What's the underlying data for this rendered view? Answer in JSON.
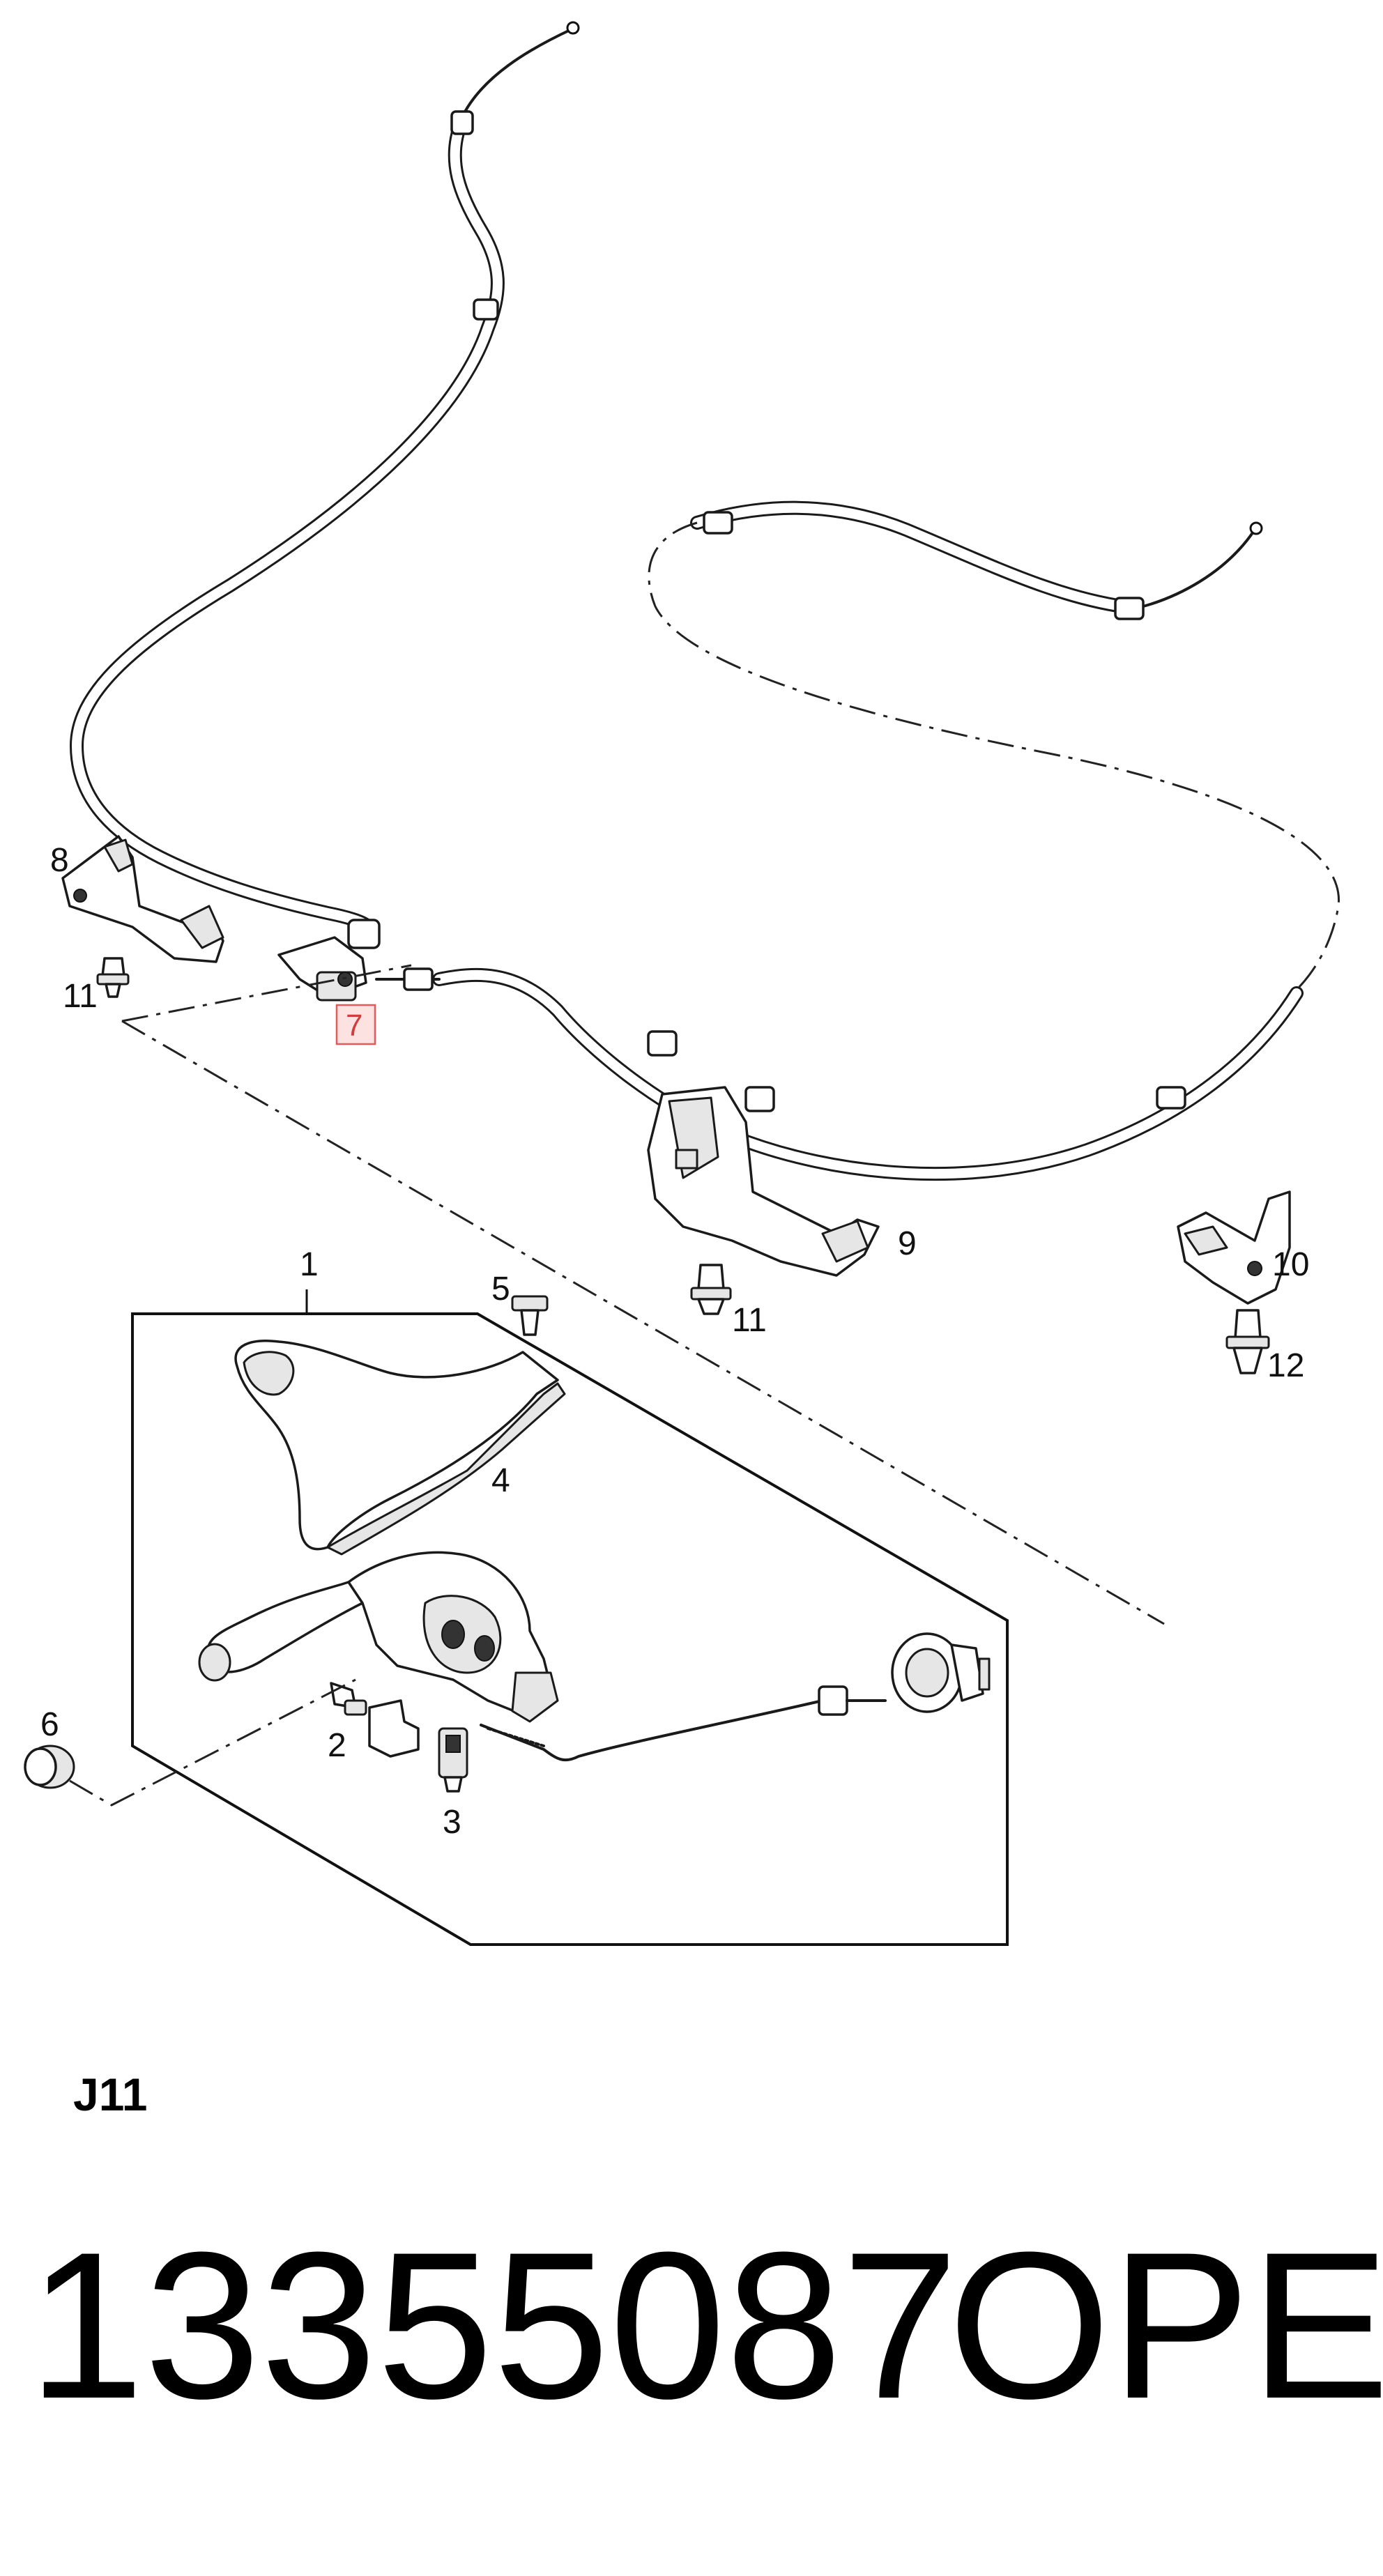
{
  "diagram": {
    "callouts": {
      "c1": "1",
      "c2": "2",
      "c3": "3",
      "c4": "4",
      "c5": "5",
      "c6": "6",
      "c7": "7",
      "c8": "8",
      "c9": "9",
      "c10": "10",
      "c11a": "11",
      "c11b": "11",
      "c12": "12"
    },
    "highlight_color": "#e45a5a",
    "reference_code": "J11",
    "part_number": "13355087",
    "brand": "OPEL"
  }
}
